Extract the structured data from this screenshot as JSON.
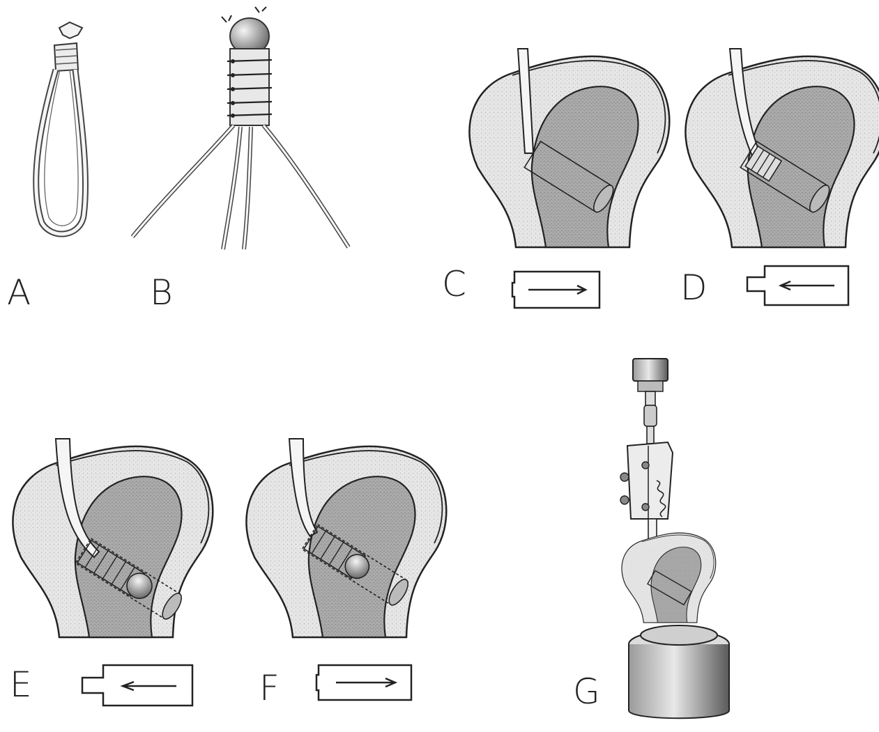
{
  "figure": {
    "panels": [
      {
        "id": "A",
        "label": "A",
        "content": "graft-loop"
      },
      {
        "id": "B",
        "label": "B",
        "content": "graft-with-sutures"
      },
      {
        "id": "C",
        "label": "C",
        "content": "humeral-head-section",
        "arrow": "right"
      },
      {
        "id": "D",
        "label": "D",
        "content": "humeral-head-section",
        "arrow": "left"
      },
      {
        "id": "E",
        "label": "E",
        "content": "humeral-head-section",
        "arrow": "left"
      },
      {
        "id": "F",
        "label": "F",
        "content": "humeral-head-section",
        "arrow": "right"
      },
      {
        "id": "G",
        "label": "G",
        "content": "test-fixture"
      }
    ],
    "colors": {
      "cortex": "#e3e3e3",
      "cancellous": "#a9a9a9",
      "outline": "#222222",
      "tendon": "#f4f4f4"
    }
  }
}
